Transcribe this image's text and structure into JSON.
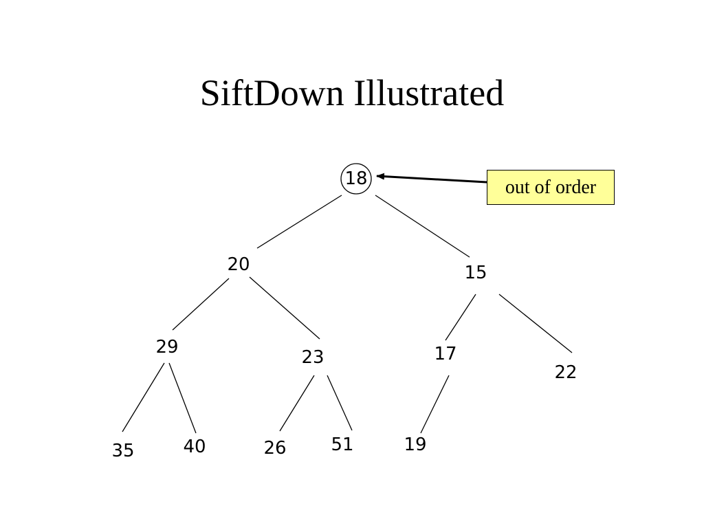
{
  "title": "SiftDown Illustrated",
  "callout": {
    "label": "out of order",
    "background": "#ffff99",
    "target_node": "n0"
  },
  "tree": {
    "highlighted_node": "n0",
    "nodes": [
      {
        "id": "n0",
        "label": "18"
      },
      {
        "id": "n1",
        "label": "20"
      },
      {
        "id": "n2",
        "label": "15"
      },
      {
        "id": "n3",
        "label": "29"
      },
      {
        "id": "n4",
        "label": "23"
      },
      {
        "id": "n5",
        "label": "17"
      },
      {
        "id": "n6",
        "label": "22"
      },
      {
        "id": "n7",
        "label": "35"
      },
      {
        "id": "n8",
        "label": "40"
      },
      {
        "id": "n9",
        "label": "26"
      },
      {
        "id": "n10",
        "label": "51"
      },
      {
        "id": "n11",
        "label": "19"
      }
    ],
    "edges": [
      {
        "from": "n0",
        "to": "n1"
      },
      {
        "from": "n0",
        "to": "n2"
      },
      {
        "from": "n1",
        "to": "n3"
      },
      {
        "from": "n1",
        "to": "n4"
      },
      {
        "from": "n2",
        "to": "n5"
      },
      {
        "from": "n2",
        "to": "n6"
      },
      {
        "from": "n3",
        "to": "n7"
      },
      {
        "from": "n3",
        "to": "n8"
      },
      {
        "from": "n4",
        "to": "n9"
      },
      {
        "from": "n4",
        "to": "n10"
      },
      {
        "from": "n5",
        "to": "n11"
      }
    ]
  }
}
